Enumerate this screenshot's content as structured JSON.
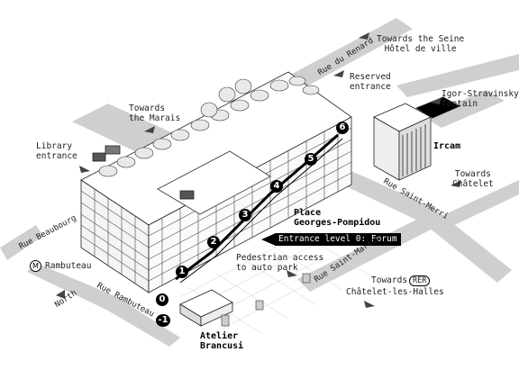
{
  "labels": {
    "towards_seine_line1": "Towards the Seine",
    "towards_seine_line2": "Hôtel de ville",
    "reserved_line1": "Reserved",
    "reserved_line2": "entrance",
    "igor_line1": "Igor-Stravinsky",
    "igor_line2": "fontain",
    "ircam": "Ircam",
    "marais_line1": "Towards",
    "marais_line2": "the Marais",
    "library_line1": "Library",
    "library_line2": "entrance",
    "chatelet_line1": "Towards",
    "chatelet_line2": "Châtelet",
    "place_line1": "Place",
    "place_line2": "Georges-Pompidou",
    "entrance_level0": "Entrance level 0: Forum",
    "pedestrian_line1": "Pedestrian access",
    "pedestrian_line2": "to auto park",
    "rambuteau": "Rambuteau",
    "metro_symbol": "M",
    "towards_rer": "Towards",
    "rer": "RER",
    "chatelet_halles": "Châtelet-les-Halles",
    "north": "North",
    "atelier_line1": "Atelier",
    "atelier_line2": "Brancusi"
  },
  "streets": {
    "renard": "Rue du Renard",
    "beaubourg": "Rue Beaubourg",
    "rambuteau": "Rue Rambuteau",
    "saint_merri": "Rue Saint-Merri",
    "saint_martin": "Rue Saint-Martin"
  },
  "levels": [
    "6",
    "5",
    "4",
    "3",
    "2",
    "1",
    "0",
    "-1"
  ],
  "icons": [
    "arrow-icon",
    "metro-icon",
    "level-marker-icon"
  ],
  "colors": {
    "street": "#cfcfcf",
    "building_line": "#222222",
    "roof": "#ffffff",
    "marker": "#000000"
  }
}
